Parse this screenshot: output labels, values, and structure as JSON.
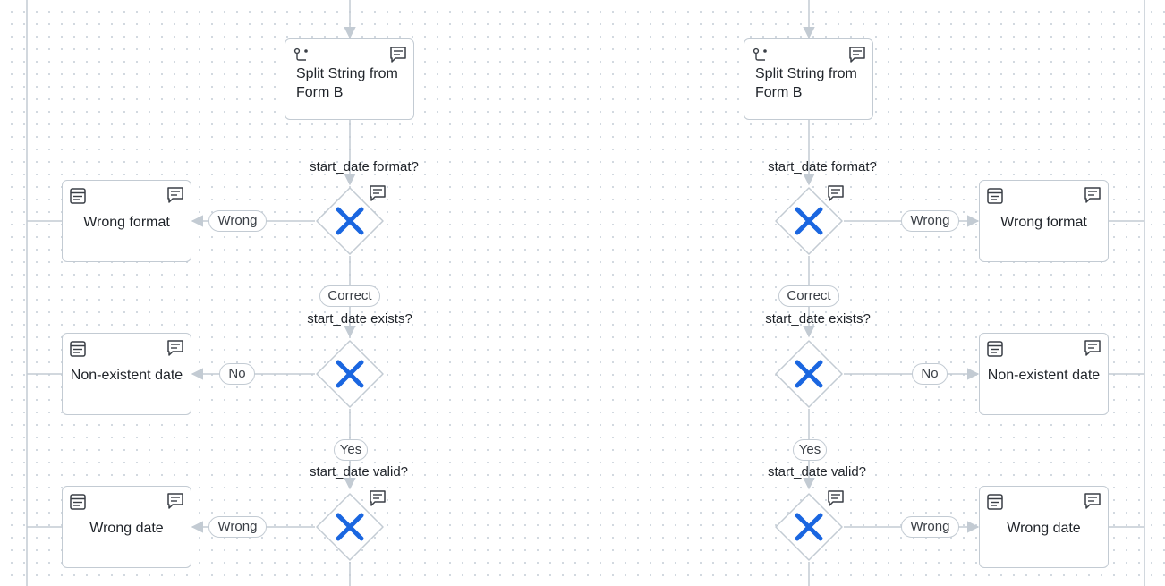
{
  "left_flow": {
    "task": {
      "line1": "Split String from",
      "line2": "Form B"
    },
    "gateways": [
      {
        "question": "start_date format?"
      },
      {
        "question": "start_date exists?"
      },
      {
        "question": "start_date valid?"
      }
    ],
    "paths": {
      "format_fail": "Wrong",
      "format_ok": "Correct",
      "exists_fail": "No",
      "exists_ok": "Yes",
      "valid_fail": "Wrong"
    },
    "ends": {
      "wrong_format": "Wrong format",
      "nonexistent": "Non-existent date",
      "wrong_date": "Wrong date"
    }
  },
  "right_flow": {
    "task": {
      "line1": "Split String from",
      "line2": "Form B"
    },
    "gateways": [
      {
        "question": "start_date format?"
      },
      {
        "question": "start_date exists?"
      },
      {
        "question": "start_date valid?"
      }
    ],
    "paths": {
      "format_fail": "Wrong",
      "format_ok": "Correct",
      "exists_fail": "No",
      "exists_ok": "Yes",
      "valid_fail": "Wrong"
    },
    "ends": {
      "wrong_format": "Wrong format",
      "nonexistent": "Non-existent date",
      "wrong_date": "Wrong date"
    }
  },
  "colors": {
    "gateway_x": "#1a66e0",
    "edge": "#c3cbd3",
    "node_border": "#c3cbd3",
    "text": "#1f2329"
  },
  "icons": {
    "task": "script-task-icon",
    "comment": "comment-icon",
    "end_node": "form-card-icon",
    "gateway": "exclusive-gateway-x-icon"
  }
}
